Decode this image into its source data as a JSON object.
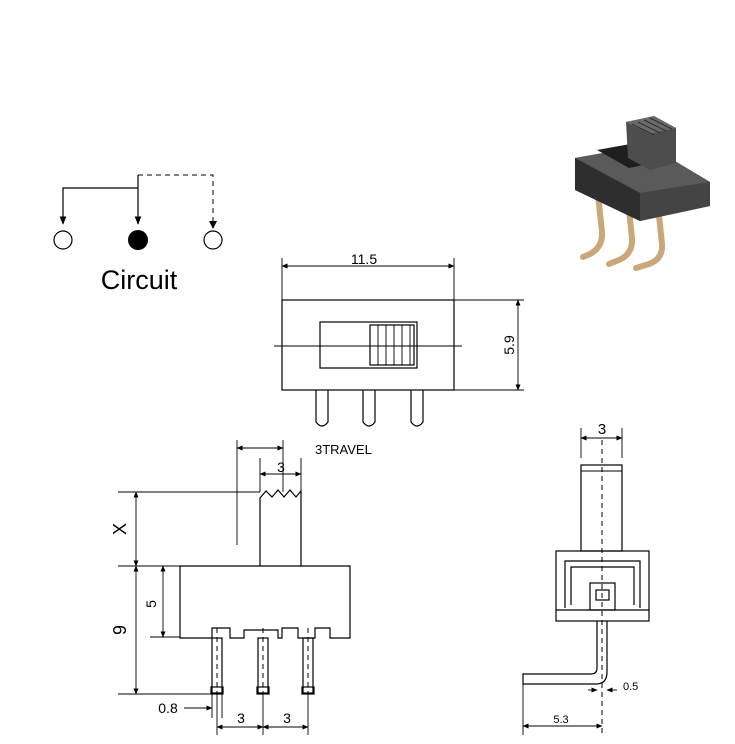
{
  "circuit": {
    "label": "Circuit"
  },
  "top_view": {
    "width": "11.5",
    "height": "5.9",
    "travel": "3TRAVEL"
  },
  "front_view": {
    "knob_width": "3",
    "knob_height": "X",
    "body_height": "9",
    "base_height": "5",
    "pin_width": "0.8",
    "pin_pitch_1": "3",
    "pin_pitch_2": "3"
  },
  "side_view": {
    "knob_width": "3",
    "pin_thickness": "0.5",
    "pin_length": "5.3"
  },
  "colors": {
    "line": "#000000",
    "photo_body": "#3b3b3b",
    "photo_pin": "#c9a77a"
  }
}
